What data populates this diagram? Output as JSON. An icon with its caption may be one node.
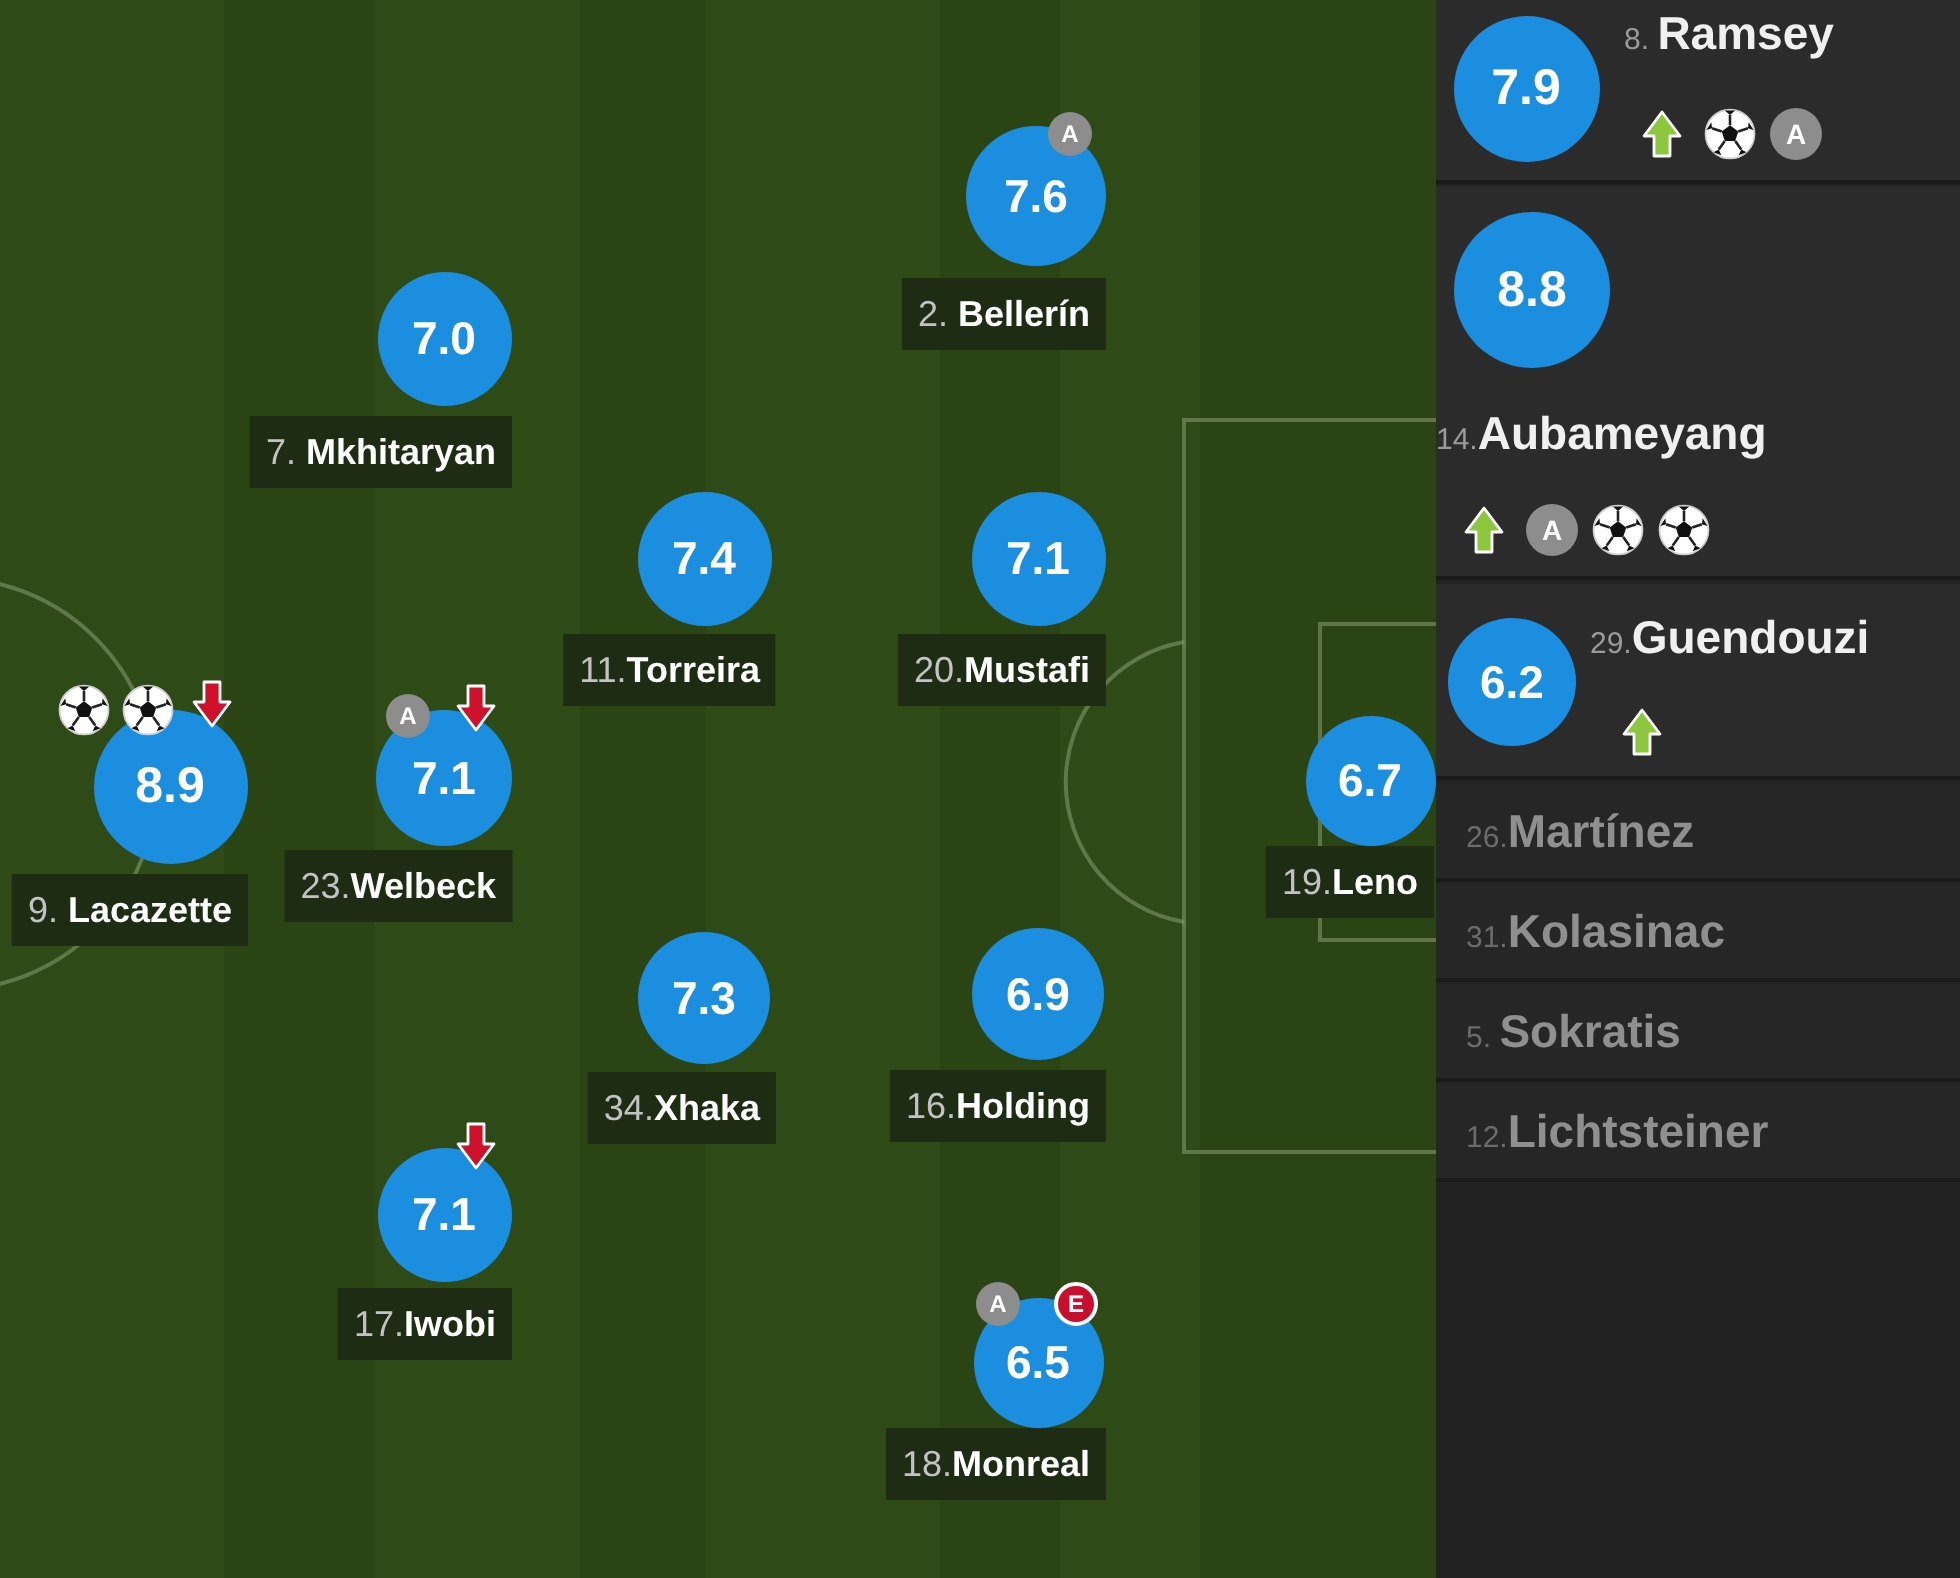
{
  "diagram": {
    "nodes": [
      {
        "text": [
          "A"
        ]
      },
      {
        "text": [
          "7.6"
        ]
      },
      {
        "text": [
          "2. **Bellerín**"
        ]
      },
      {
        "text": [
          "7.0"
        ]
      },
      {
        "text": [
          "7. **Mkhitaryan**"
        ]
      },
      {
        "text": [
          "7.4"
        ]
      },
      {
        "text": [
          "11.**Torreira**"
        ]
      },
      {
        "text": [
          "7.1"
        ]
      },
      {
        "text": [
          "20.**Mustafi**"
        ]
      },
      {
        "text": [
          "8.9"
        ]
      },
      {
        "text": [
          "9. **Lacazette**"
        ]
      },
      {
        "text": [
          "A"
        ]
      },
      {
        "text": [
          "7.1"
        ]
      },
      {
        "text": [
          "23.**Welbeck**"
        ]
      },
      {
        "text": [
          "6.7"
        ]
      },
      {
        "text": [
          "19.**Leno**"
        ]
      },
      {
        "text": [
          "7.3"
        ]
      },
      {
        "text": [
          "34.**Xhaka**"
        ]
      },
      {
        "text": [
          "6.9"
        ]
      },
      {
        "text": [
          "16.**Holding**"
        ]
      },
      {
        "text": [
          "7.1"
        ]
      },
      {
        "text": [
          "17.**Iwobi**"
        ]
      },
      {
        "text": [
          "A"
        ]
      },
      {
        "text": [
          "E"
        ]
      },
      {
        "text": [
          "6.5"
        ]
      },
      {
        "text": [
          "18.**Monreal**"
        ]
      },
      {
        "text": [
          "8. **Ramsey**"
        ]
      },
      {
        "text": [
          "7.9"
        ],
        "in": 26
      },
      {
        "text": [
          "A"
        ],
        "in": 26
      },
      {
        "text": [
          "14.**Aubameyang**"
        ]
      },
      {
        "text": [
          "8.8"
        ],
        "in": 29
      },
      {
        "text": [
          "A"
        ],
        "in": 29
      },
      {
        "text": [
          "29.**Guendouzi**"
        ]
      },
      {
        "text": [
          "6.2"
        ],
        "in": 32
      },
      {
        "text": [
          "26.**Martínez**"
        ]
      },
      {
        "text": [
          "31.**Kolasinac**"
        ]
      },
      {
        "text": [
          "5. **Sokratis**"
        ]
      },
      {
        "text": [
          "12.**Lichtsteiner**"
        ]
      }
    ]
  }
}
